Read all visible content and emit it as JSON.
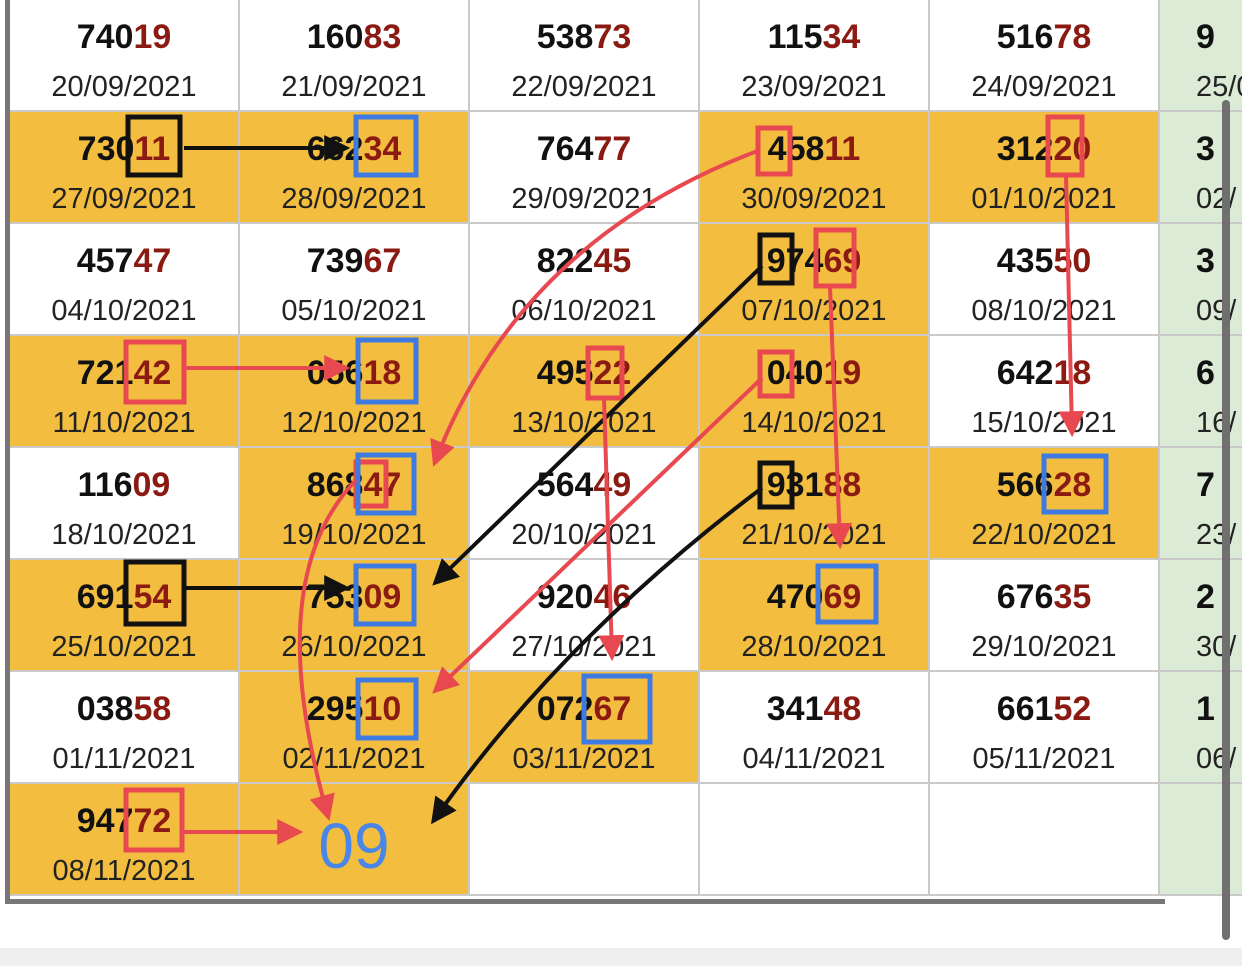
{
  "grid": {
    "rows": [
      [
        {
          "lead": "740",
          "tail": "19",
          "date": "20/09/2021",
          "color": "white"
        },
        {
          "lead": "160",
          "tail": "83",
          "date": "21/09/2021",
          "color": "white"
        },
        {
          "lead": "538",
          "tail": "73",
          "date": "22/09/2021",
          "color": "white"
        },
        {
          "lead": "115",
          "tail": "34",
          "date": "23/09/2021",
          "color": "white"
        },
        {
          "lead": "516",
          "tail": "78",
          "date": "24/09/2021",
          "color": "white"
        },
        {
          "lead": "9",
          "tail": "",
          "date": "25/0",
          "color": "green"
        }
      ],
      [
        {
          "lead": "730",
          "tail": "11",
          "date": "27/09/2021",
          "color": "yellow"
        },
        {
          "lead": "662",
          "tail": "34",
          "date": "28/09/2021",
          "color": "yellow"
        },
        {
          "lead": "764",
          "tail": "77",
          "date": "29/09/2021",
          "color": "white"
        },
        {
          "lead": "458",
          "tail": "11",
          "date": "30/09/2021",
          "color": "yellow"
        },
        {
          "lead": "312",
          "tail": "20",
          "date": "01/10/2021",
          "color": "yellow"
        },
        {
          "lead": "3",
          "tail": "",
          "date": "02/",
          "color": "green"
        }
      ],
      [
        {
          "lead": "457",
          "tail": "47",
          "date": "04/10/2021",
          "color": "white"
        },
        {
          "lead": "739",
          "tail": "67",
          "date": "05/10/2021",
          "color": "white"
        },
        {
          "lead": "822",
          "tail": "45",
          "date": "06/10/2021",
          "color": "white"
        },
        {
          "lead": "974",
          "tail": "69",
          "date": "07/10/2021",
          "color": "yellow"
        },
        {
          "lead": "435",
          "tail": "50",
          "date": "08/10/2021",
          "color": "white"
        },
        {
          "lead": "3",
          "tail": "",
          "date": "09/",
          "color": "green"
        }
      ],
      [
        {
          "lead": "721",
          "tail": "42",
          "date": "11/10/2021",
          "color": "yellow"
        },
        {
          "lead": "056",
          "tail": "18",
          "date": "12/10/2021",
          "color": "yellow"
        },
        {
          "lead": "495",
          "tail": "22",
          "date": "13/10/2021",
          "color": "yellow"
        },
        {
          "lead": "040",
          "tail": "19",
          "date": "14/10/2021",
          "color": "yellow"
        },
        {
          "lead": "642",
          "tail": "18",
          "date": "15/10/2021",
          "color": "white"
        },
        {
          "lead": "6",
          "tail": "",
          "date": "16/",
          "color": "green"
        }
      ],
      [
        {
          "lead": "116",
          "tail": "09",
          "date": "18/10/2021",
          "color": "white"
        },
        {
          "lead": "868",
          "tail": "47",
          "date": "19/10/2021",
          "color": "yellow"
        },
        {
          "lead": "564",
          "tail": "49",
          "date": "20/10/2021",
          "color": "white"
        },
        {
          "lead": "931",
          "tail": "88",
          "date": "21/10/2021",
          "color": "yellow"
        },
        {
          "lead": "566",
          "tail": "28",
          "date": "22/10/2021",
          "color": "yellow"
        },
        {
          "lead": "7",
          "tail": "",
          "date": "23/",
          "color": "green"
        }
      ],
      [
        {
          "lead": "691",
          "tail": "54",
          "date": "25/10/2021",
          "color": "yellow"
        },
        {
          "lead": "753",
          "tail": "09",
          "date": "26/10/2021",
          "color": "yellow"
        },
        {
          "lead": "920",
          "tail": "46",
          "date": "27/10/2021",
          "color": "white"
        },
        {
          "lead": "470",
          "tail": "69",
          "date": "28/10/2021",
          "color": "yellow"
        },
        {
          "lead": "676",
          "tail": "35",
          "date": "29/10/2021",
          "color": "white"
        },
        {
          "lead": "2",
          "tail": "",
          "date": "30/",
          "color": "green"
        }
      ],
      [
        {
          "lead": "038",
          "tail": "58",
          "date": "01/11/2021",
          "color": "white"
        },
        {
          "lead": "295",
          "tail": "10",
          "date": "02/11/2021",
          "color": "yellow"
        },
        {
          "lead": "072",
          "tail": "67",
          "date": "03/11/2021",
          "color": "yellow"
        },
        {
          "lead": "341",
          "tail": "48",
          "date": "04/11/2021",
          "color": "white"
        },
        {
          "lead": "661",
          "tail": "52",
          "date": "05/11/2021",
          "color": "white"
        },
        {
          "lead": "1",
          "tail": "",
          "date": "06/",
          "color": "green"
        }
      ],
      [
        {
          "lead": "947",
          "tail": "72",
          "date": "08/11/2021",
          "color": "yellow"
        },
        {
          "big": "09",
          "color": "yellow"
        },
        {
          "lead": "",
          "tail": "",
          "date": "",
          "color": "white"
        },
        {
          "lead": "",
          "tail": "",
          "date": "",
          "color": "white"
        },
        {
          "lead": "",
          "tail": "",
          "date": "",
          "color": "white"
        },
        {
          "lead": "",
          "tail": "",
          "date": "",
          "color": "green"
        }
      ]
    ]
  },
  "colors": {
    "yellow": "#f3be3f",
    "green": "#dcebd6",
    "white": "#ffffff",
    "tail_text": "#8b1a13",
    "red_mark": "#e8484f",
    "blue_mark": "#3d7be3",
    "black_mark": "#111111",
    "prediction_text": "#4a86e8"
  }
}
